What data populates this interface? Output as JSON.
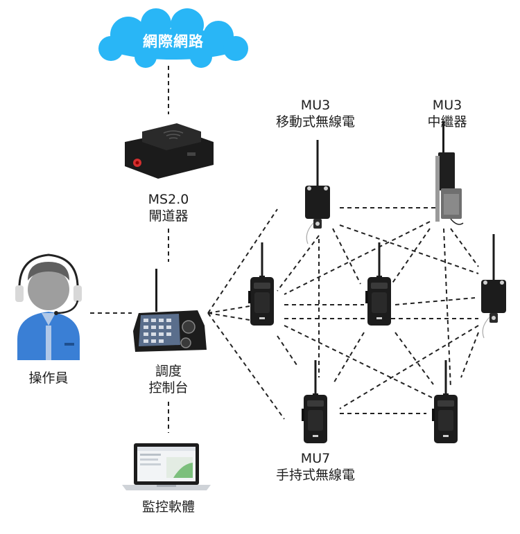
{
  "cloud": {
    "label": "網際網路",
    "color": "#29b6f6"
  },
  "gateway": {
    "line1": "MS2.0",
    "line2": "閘道器"
  },
  "operator": {
    "label": "操作員",
    "shirt_color": "#3a7fd5",
    "head_color": "#9e9e9e"
  },
  "console": {
    "line1": "調度",
    "line2": "控制台"
  },
  "monitor": {
    "label": "監控軟體"
  },
  "mobile_radio": {
    "line1": "MU3",
    "line2": "移動式無線電"
  },
  "repeater": {
    "line1": "MU3",
    "line2": "中繼器"
  },
  "handheld": {
    "line1": "MU7",
    "line2": "手持式無線電"
  },
  "colors": {
    "line": "#222222",
    "device": "#1b1b1b"
  }
}
